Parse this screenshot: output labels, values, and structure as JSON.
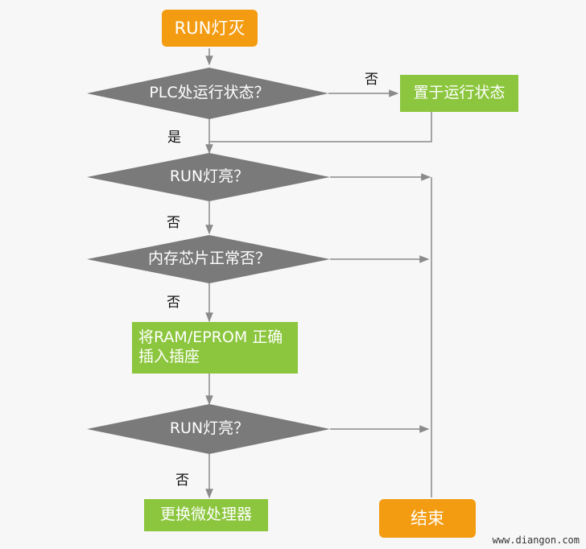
{
  "colors": {
    "start_end": "#f39c12",
    "process": "#8cc63e",
    "decision": "#7a7a7a",
    "line": "#8a8a8a",
    "background": "#f7f7f7"
  },
  "nodes": {
    "start": "RUN灯灭",
    "d1": "PLC处运行状态？",
    "set_run": "置于运行状态",
    "d2": "RUN灯亮？",
    "d3": "内存芯片正常否？",
    "insert": "将RAM/EPROM 正确插入插座",
    "d4": "RUN灯亮？",
    "replace": "更换微处理器",
    "end": "结束"
  },
  "edge_labels": {
    "d1_no": "否",
    "d1_yes": "是",
    "d2_no": "否",
    "d3_no": "否",
    "d4_no": "否"
  },
  "watermark": "www.diangon.com"
}
